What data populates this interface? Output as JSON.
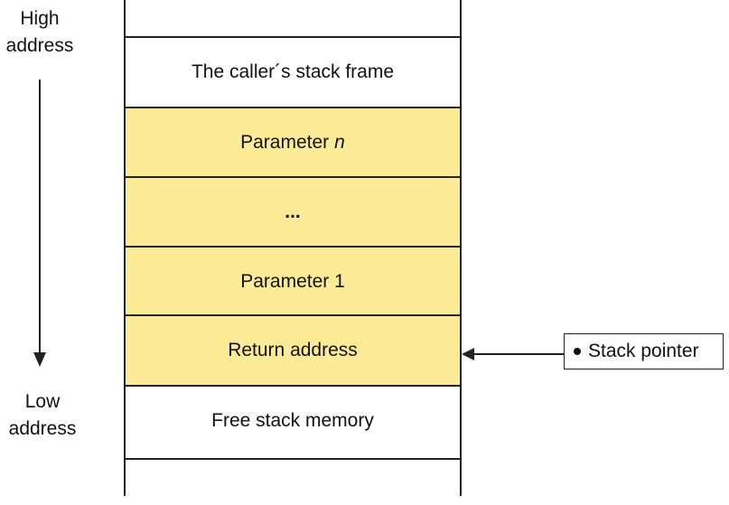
{
  "address_axis": {
    "high_line1": "High",
    "high_line2": "address",
    "low_line1": "Low",
    "low_line2": "address"
  },
  "stack": {
    "blocks": [
      {
        "label": "The caller´s stack frame",
        "fill": "#ffffff"
      },
      {
        "label": "Parameter",
        "label_italic": "n",
        "fill": "#fdec95"
      },
      {
        "label": "...",
        "fill": "#fdec95"
      },
      {
        "label": "Parameter 1",
        "fill": "#fdec95"
      },
      {
        "label": "Return address",
        "fill": "#fdec95"
      },
      {
        "label": "Free stack memory",
        "fill": "#ffffff"
      }
    ]
  },
  "pointer": {
    "label": "Stack pointer",
    "target_block": "Return address"
  }
}
